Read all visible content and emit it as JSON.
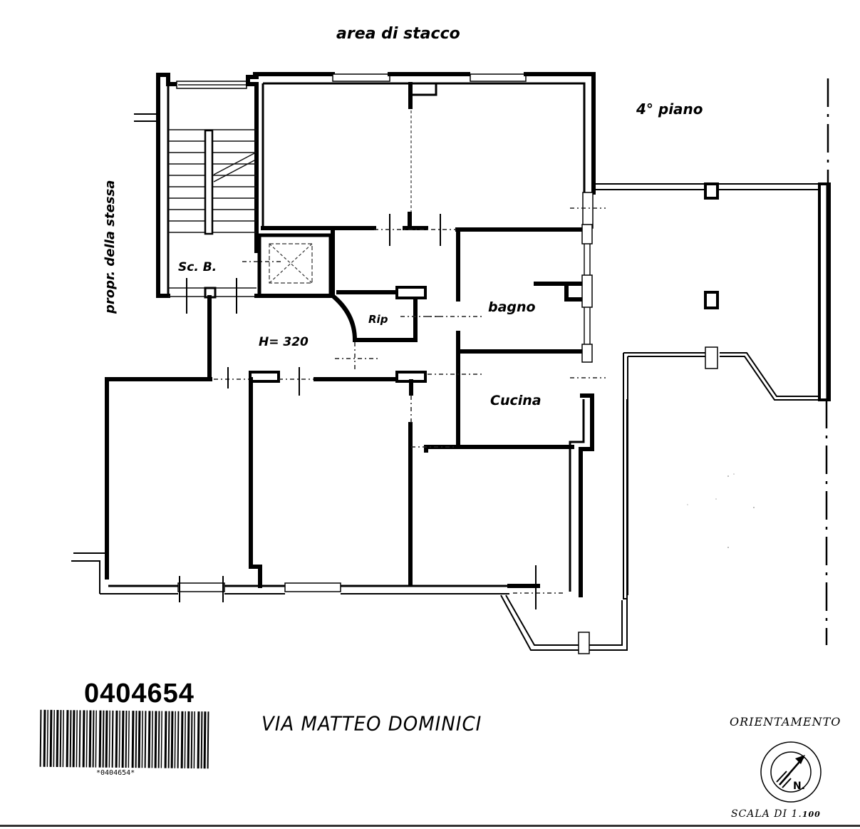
{
  "plan": {
    "title_top": "area di stacco",
    "floor_label": "4° piano",
    "side_label": "propr. della stessa",
    "rooms": {
      "stair": "Sc. B.",
      "height": "H= 320",
      "storage": "Rip",
      "bathroom": "bagno",
      "kitchen": "Cucina"
    }
  },
  "footer": {
    "document_number": "0404654",
    "barcode_caption": "*0404654*",
    "street": "VIA MATTEO DOMINICI",
    "orientation_label": "ORIENTAMENTO",
    "north_label": "N.",
    "scale_label": "SCALA DI 1.",
    "scale_value": "100"
  }
}
